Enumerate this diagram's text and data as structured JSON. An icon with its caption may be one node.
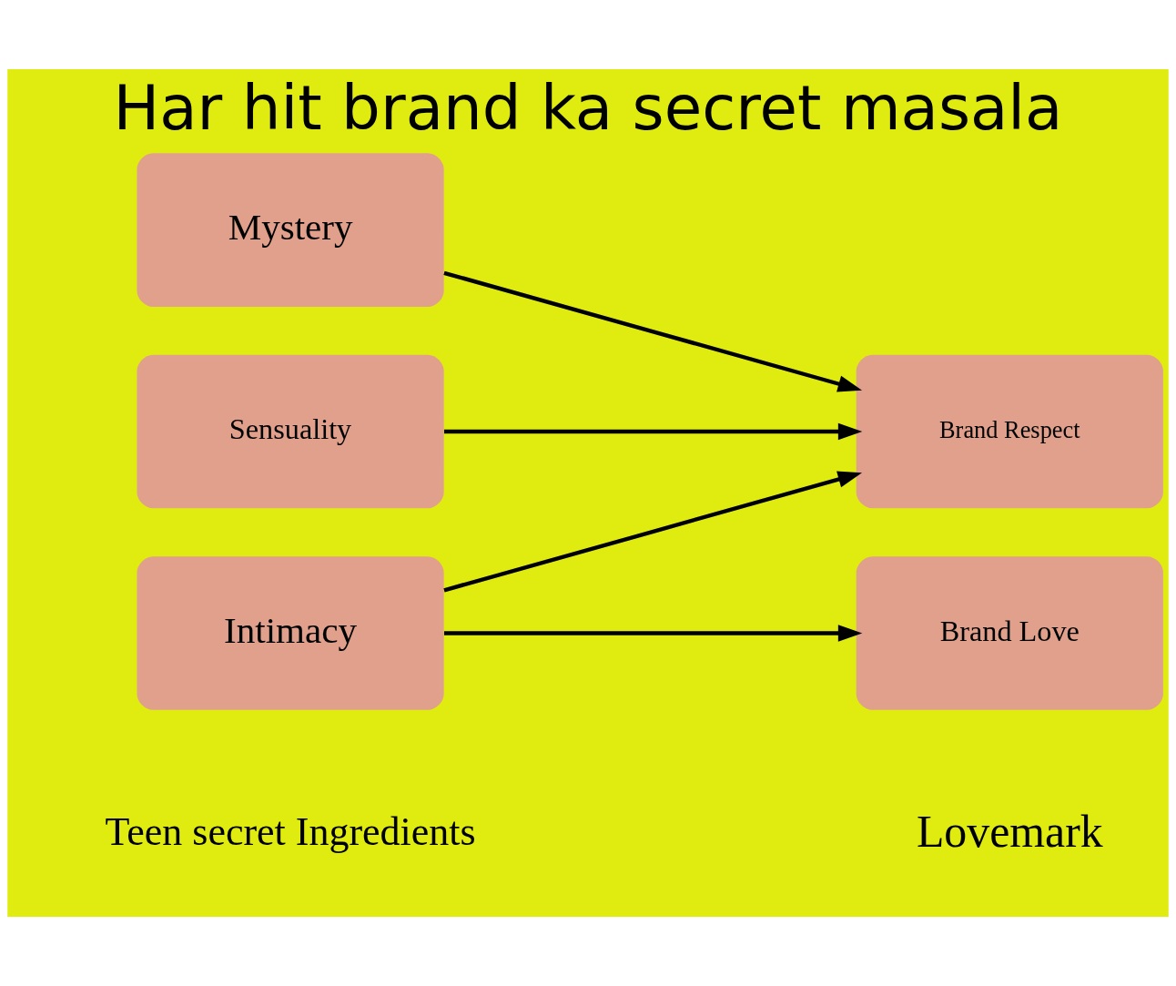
{
  "diagram": {
    "title": "Har hit brand ka secret masala",
    "nodes": [
      {
        "text": [
          "Mystery"
        ]
      },
      {
        "text": [
          "Intimacy"
        ]
      },
      {
        "text": [
          "Sensuality"
        ]
      },
      {
        "text": [
          "Brand Love"
        ]
      },
      {
        "text": [
          "Brand Respect"
        ]
      }
    ],
    "edges": [
      {
        "from": 0,
        "to": 4,
        "arrow": "to"
      },
      {
        "from": 1,
        "to": 3,
        "arrow": "to"
      },
      {
        "from": 1,
        "to": 4,
        "arrow": "to"
      },
      {
        "from": 2,
        "to": 4,
        "arrow": "to"
      }
    ],
    "labels": [
      "Teen secret Ingredients",
      "Lovemark"
    ]
  }
}
